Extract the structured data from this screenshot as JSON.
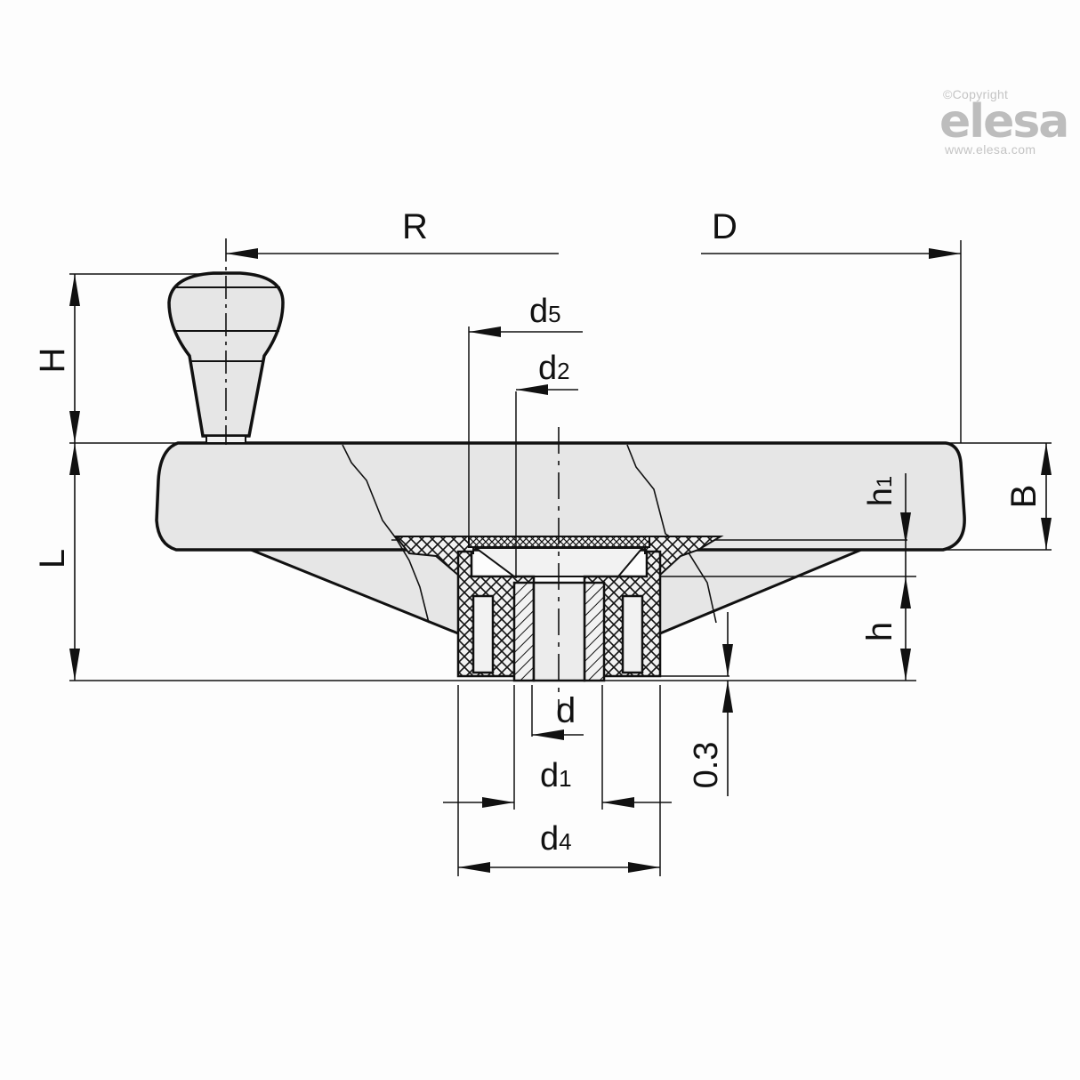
{
  "watermark": {
    "copyright": "©Copyright",
    "brand": "elesa",
    "url": "www.elesa.com"
  },
  "drawing": {
    "subject": "handwheel with revolving handle – cross-section",
    "dimensions": {
      "R": "R",
      "D": "D",
      "H": "H",
      "L": "L",
      "B": "B",
      "h": "h",
      "h1": {
        "base": "h",
        "sub": "1"
      },
      "d": "d",
      "d1": {
        "base": "d",
        "sub": "1"
      },
      "d2": {
        "base": "d",
        "sub": "2"
      },
      "d4": {
        "base": "d",
        "sub": "4"
      },
      "d5": {
        "base": "d",
        "sub": "5"
      },
      "clearance": "0.3"
    },
    "colors": {
      "line": "#111111",
      "fill": "#e6e6e6",
      "background": "#fdfdfd",
      "watermark": "#c4c4c4"
    }
  }
}
